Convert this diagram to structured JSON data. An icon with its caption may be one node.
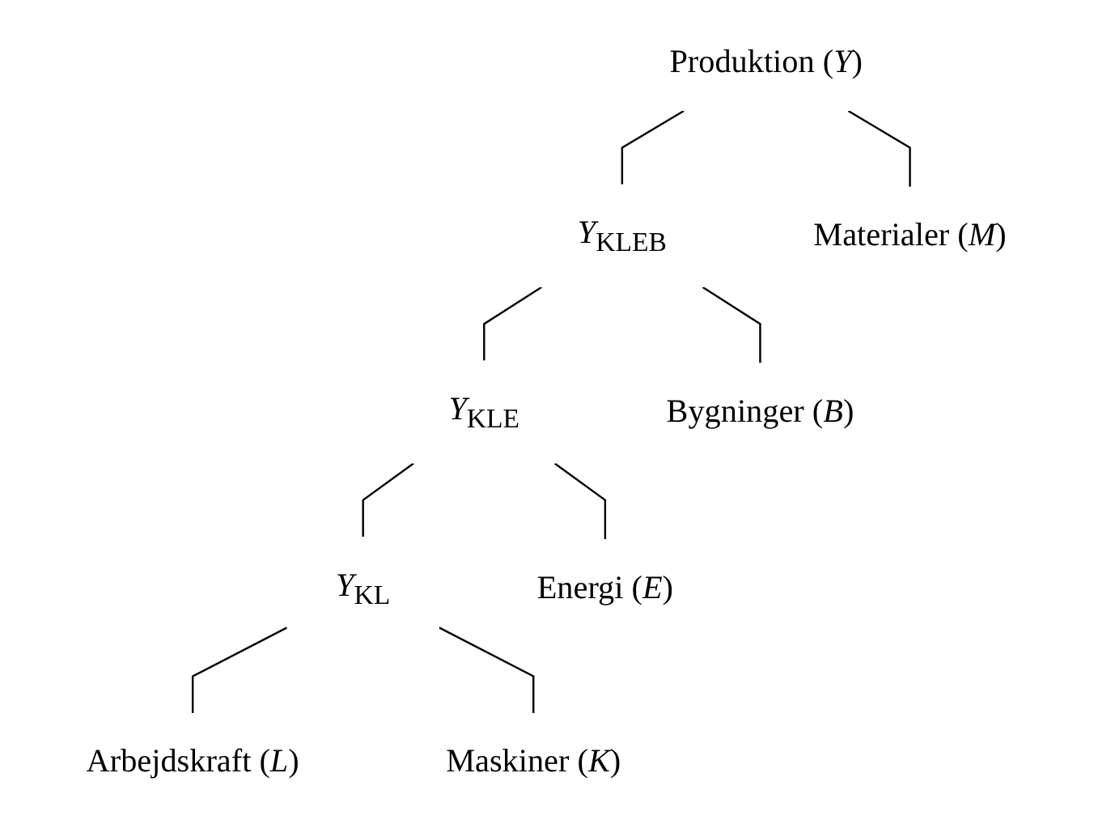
{
  "diagram": {
    "nodes": [
      {
        "text": [
          "Produktion (*Y*)"
        ]
      },
      {
        "text": [
          "*Y*$_{KLEB}$"
        ]
      },
      {
        "text": [
          "Materialer (*M*)"
        ]
      },
      {
        "text": [
          "*Y*$_{KLE}$"
        ]
      },
      {
        "text": [
          "Bygninger (*B*)"
        ]
      },
      {
        "text": [
          "*Y*$_{KL}$"
        ]
      },
      {
        "text": [
          "Energi (*E*)"
        ]
      },
      {
        "text": [
          "Arbejdskraft (*L*)"
        ]
      },
      {
        "text": [
          "Maskiner (*K*)"
        ]
      }
    ],
    "edges": [
      {
        "from": 0,
        "to": 1,
        "arrow": "none"
      },
      {
        "from": 0,
        "to": 2,
        "arrow": "none"
      },
      {
        "from": 1,
        "to": 3,
        "arrow": "none"
      },
      {
        "from": 1,
        "to": 4,
        "arrow": "none"
      },
      {
        "from": 3,
        "to": 5,
        "arrow": "none"
      },
      {
        "from": 3,
        "to": 6,
        "arrow": "none"
      },
      {
        "from": 5,
        "to": 7,
        "arrow": "none"
      },
      {
        "from": 5,
        "to": 8,
        "arrow": "none"
      }
    ]
  }
}
